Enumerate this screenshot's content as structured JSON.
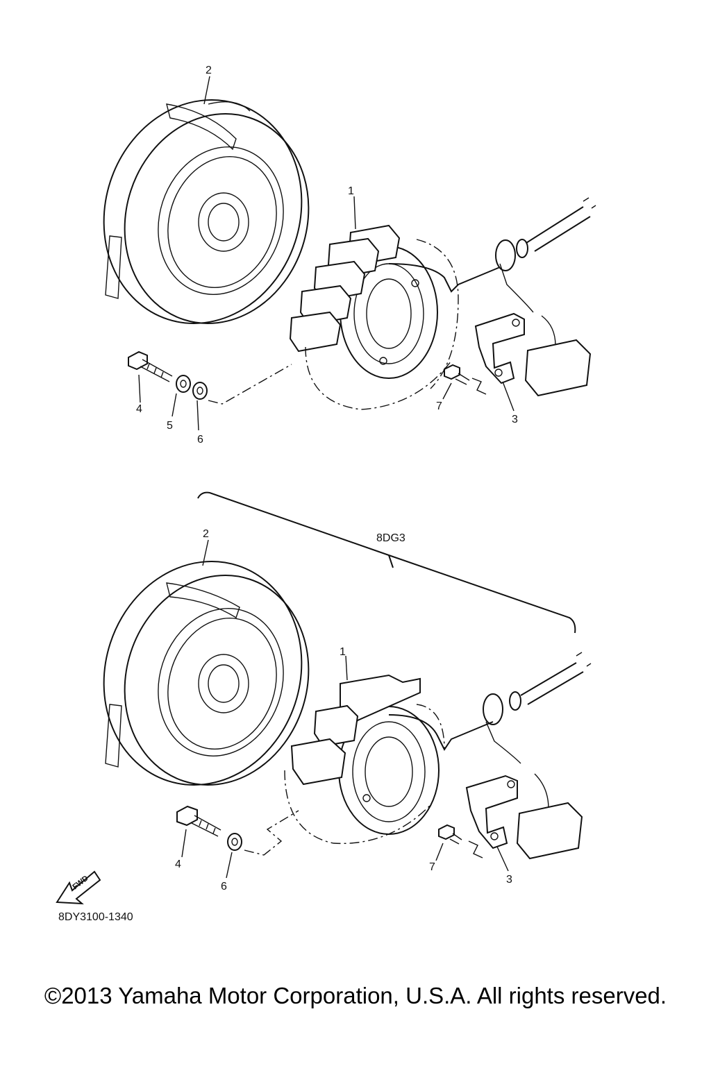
{
  "diagram": {
    "top": {
      "callouts": [
        "1",
        "2",
        "3",
        "4",
        "5",
        "6",
        "7"
      ]
    },
    "bottom": {
      "group_code": "8DG3",
      "callouts": [
        "1",
        "2",
        "3",
        "4",
        "6",
        "7"
      ]
    },
    "fwd_icon_text": "FWD",
    "figure_code": "8DY3100-1340"
  },
  "footer": {
    "copyright": "©2013 Yamaha Motor Corporation, U.S.A. All rights reserved."
  }
}
